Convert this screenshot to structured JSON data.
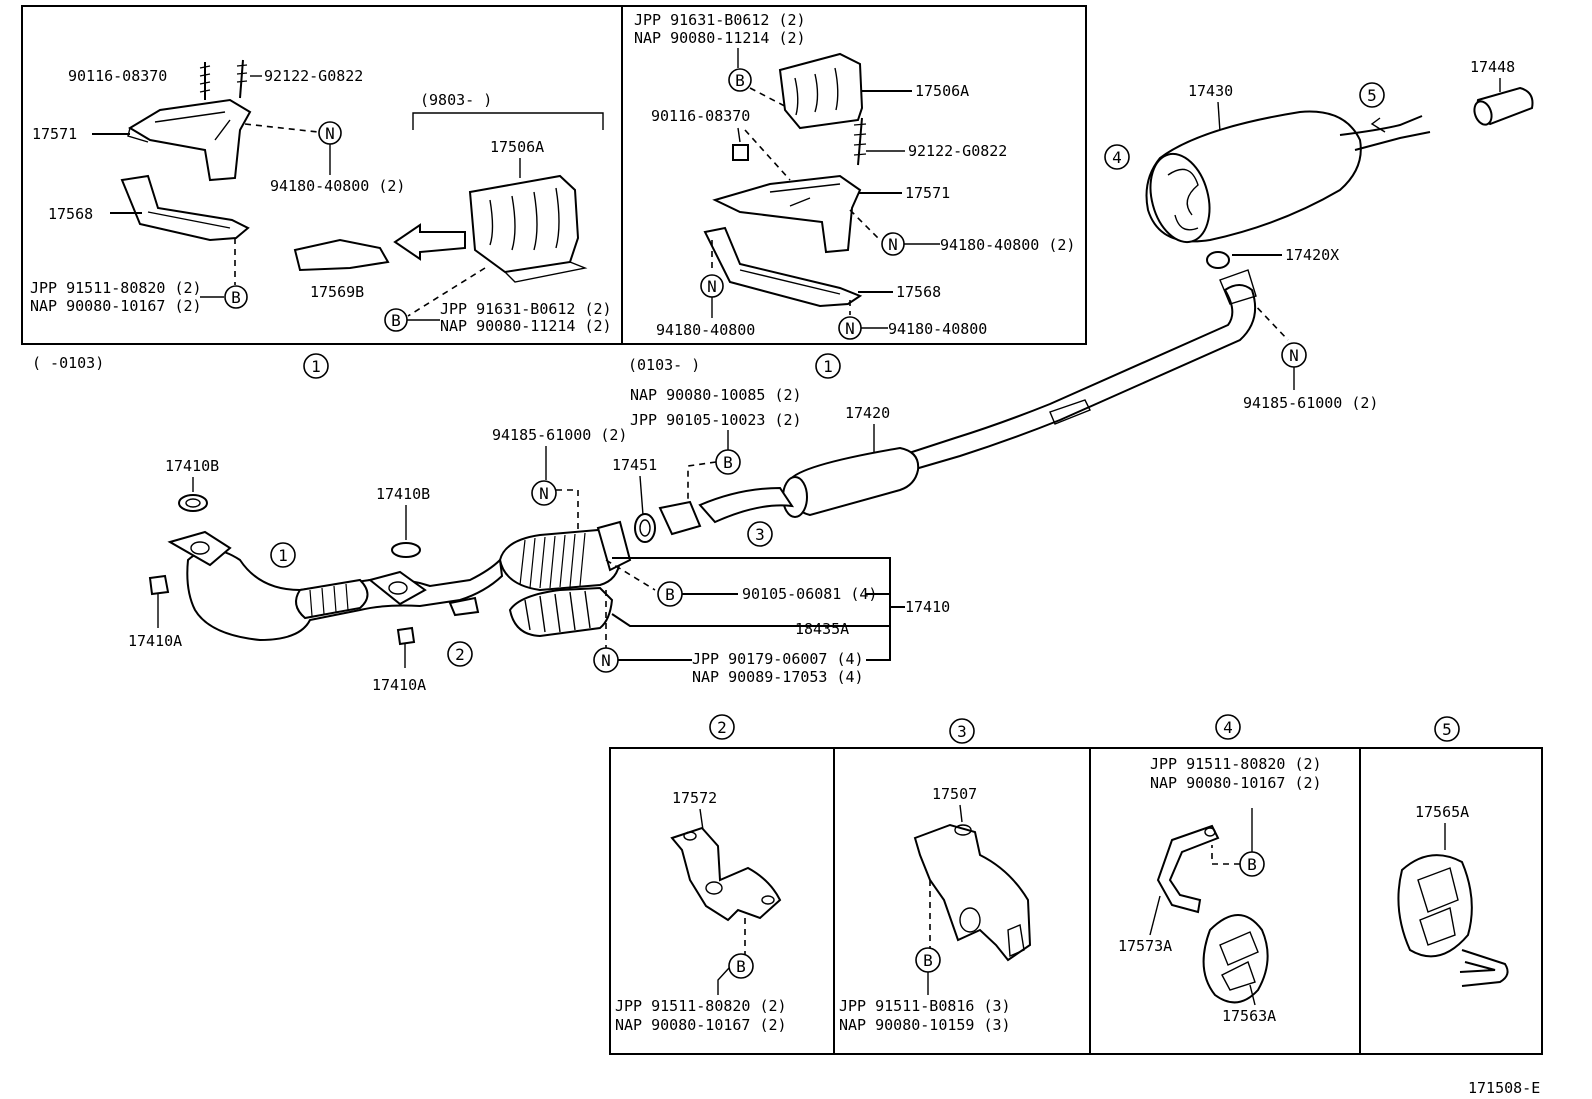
{
  "top_left_box": {
    "range_label": "(     -0103)",
    "circle_ref": "1",
    "bolt_a": "90116-08370",
    "stud_a": "92122-G0822",
    "bracket_upper": "17571",
    "nut_ref": "94180-40800 (2)",
    "bracket_lower": "17568",
    "jpp_bolt": "JPP 91511-80820 (2)",
    "nap_bolt": "NAP 90080-10167 (2)",
    "sub_range": "(9803-        )",
    "shield": "17506A",
    "shield_alt": "17569B",
    "shield_jpp": "JPP  91631-B0612 (2)",
    "shield_nap": "NAP  90080-11214 (2)"
  },
  "top_mid_box": {
    "range_label": "(0103-       )",
    "circle_ref": "1",
    "jpp": "JPP  91631-B0612 (2)",
    "nap": "NAP  90080-11214 (2)",
    "shield": "17506A",
    "bolt": "90116-08370",
    "stud": "92122-G0822",
    "bracket_upper": "17571",
    "nut_ref": "94180-40800 (2)",
    "bracket_lower": "17568",
    "nut_left": "94180-40800",
    "nut_right": "94180-40800"
  },
  "main": {
    "muffler": "17430",
    "tail_tip": "17448",
    "gasket_rear": "17420X",
    "rear_nut": "94185-61000 (2)",
    "center_pipe": "17420",
    "center_nap": "NAP  90080-10085 (2)",
    "center_jpp": "JPP  90105-10023 (2)",
    "conv_nut": "94185-61000 (2)",
    "gasket_front": "17451",
    "manifold_gasket_a": "17410B",
    "manifold_gasket_b": "17410B",
    "manifold_nut_a": "17410A",
    "manifold_nut_b": "17410A",
    "conv_bolt": "90105-06081 (4)",
    "heat_insulator": "18435A",
    "front_pipe": "17410",
    "conv_jpp": "JPP 90179-06007 (4)",
    "conv_nap": "NAP 90089-17053 (4)"
  },
  "bottom_boxes": {
    "b2": {
      "ref": "2",
      "part": "17572",
      "jpp": "JPP  91511-80820 (2)",
      "nap": "NAP  90080-10167 (2)"
    },
    "b3": {
      "ref": "3",
      "part": "17507",
      "jpp": "JPP  91511-B0816 (3)",
      "nap": "NAP  90080-10159 (3)"
    },
    "b4": {
      "ref": "4",
      "part_a": "17573A",
      "part_b": "17563A",
      "jpp": "JPP  91511-80820 (2)",
      "nap": "NAP  90080-10167 (2)"
    },
    "b5": {
      "ref": "5",
      "part": "17565A"
    }
  },
  "markers": {
    "b": "B",
    "n": "N",
    "c1": "1",
    "c2": "2",
    "c3": "3",
    "c4": "4",
    "c5": "5"
  },
  "figure_id": "171508-E"
}
